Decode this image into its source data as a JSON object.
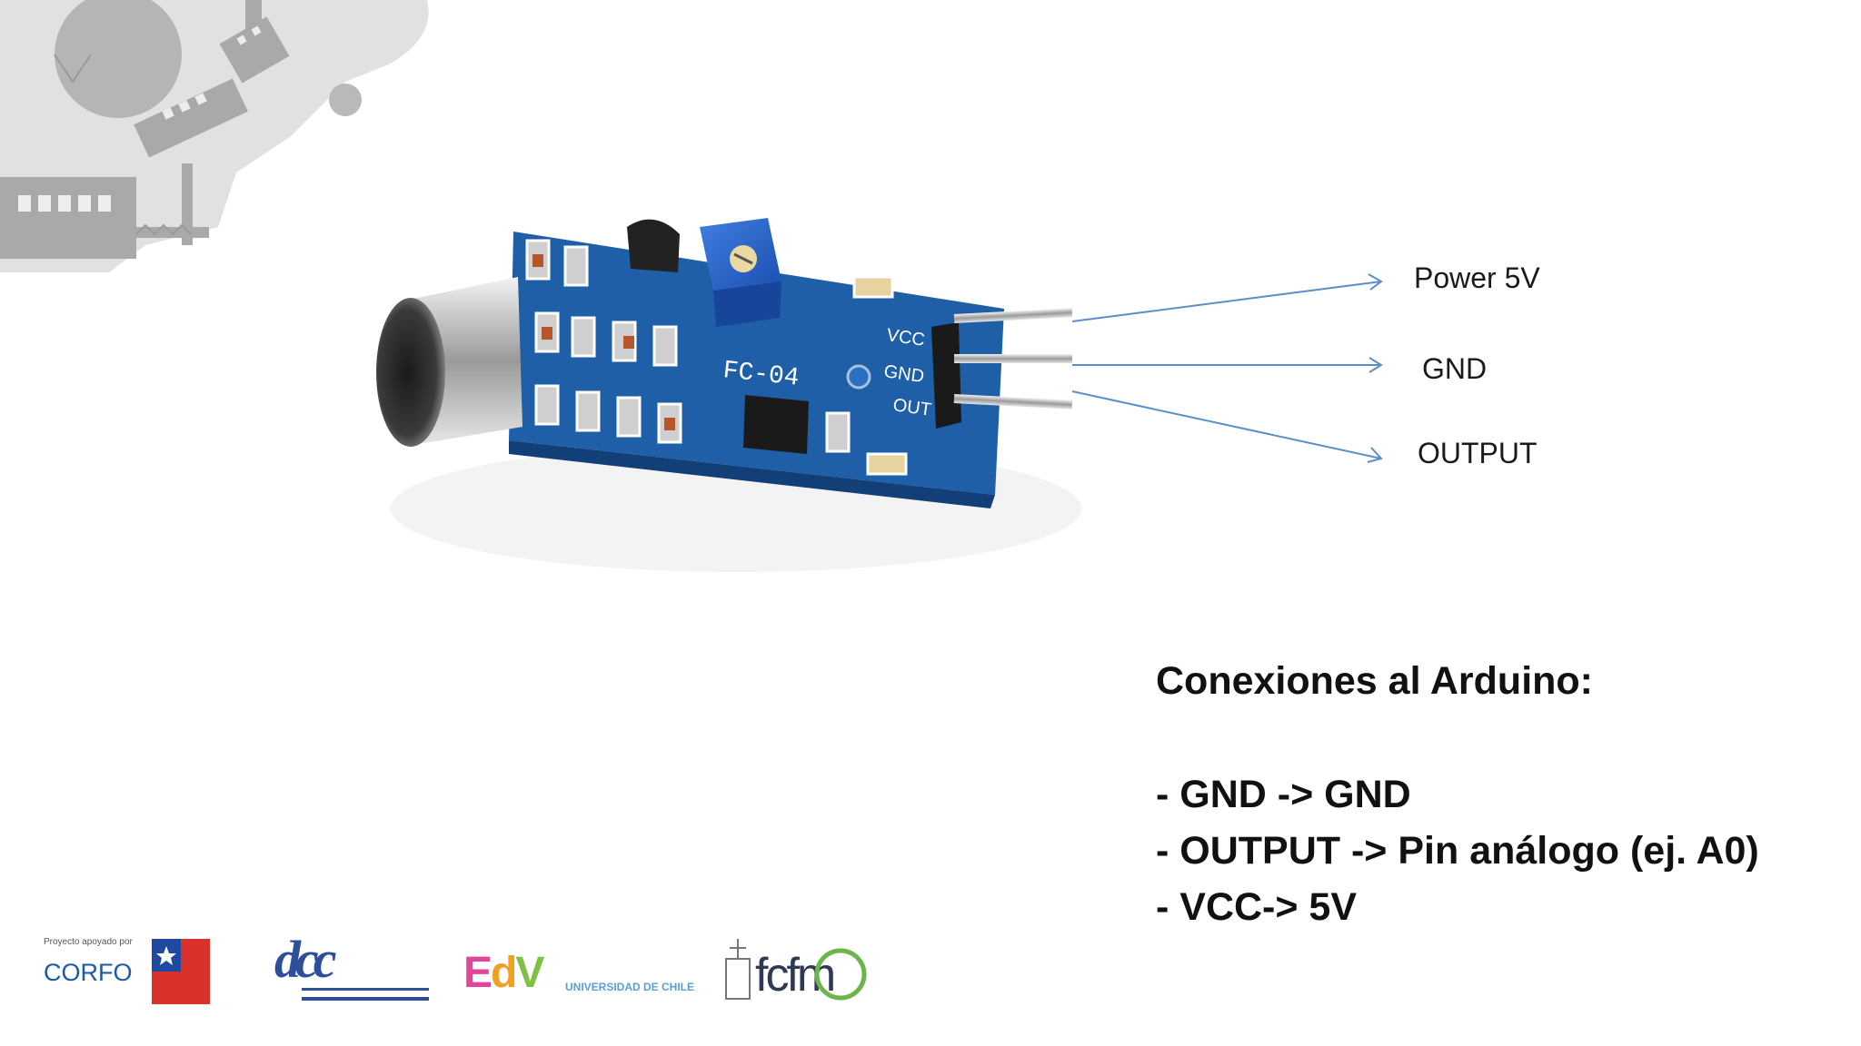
{
  "pins": {
    "power_label": "Power 5V",
    "gnd_label": "GND",
    "output_label": "OUTPUT"
  },
  "sensor": {
    "board_label": "FC-04",
    "pin_vcc": "VCC",
    "pin_gnd": "GND",
    "pin_out": "OUT"
  },
  "connections": {
    "title": "Conexiones al Arduino:",
    "lines": [
      "- GND -> GND",
      "- OUTPUT -> Pin análogo (ej. A0)",
      "- VCC-> 5V"
    ]
  },
  "logos": {
    "corfo_caption": "Proyecto apoyado por",
    "corfo_name": "CORFO",
    "dcc_name": "dcc",
    "edv_name": "EdV",
    "edv_university": "UNIVERSIDAD DE CHILE",
    "fcfm_name": "fcfm"
  },
  "colors": {
    "arrow": "#5b8fc7",
    "board_blue": "#1e5fa8",
    "text": "#111111"
  }
}
